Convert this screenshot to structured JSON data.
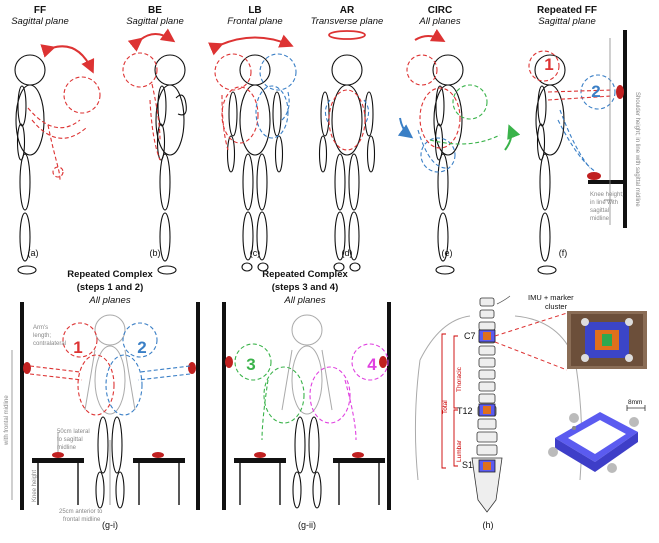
{
  "panels_top": [
    {
      "code": "FF",
      "plane": "Sagittal plane",
      "caption": "(a)"
    },
    {
      "code": "BE",
      "plane": "Sagittal plane",
      "caption": "(b)"
    },
    {
      "code": "LB",
      "plane": "Frontal plane",
      "caption": "(c)"
    },
    {
      "code": "AR",
      "plane": "Transverse plane",
      "caption": "(d)"
    },
    {
      "code": "CIRC",
      "plane": "All planes",
      "caption": "(e)"
    },
    {
      "code": "Repeated FF",
      "plane": "Sagittal plane",
      "caption": "(f)"
    }
  ],
  "panel_f": {
    "num1": "1",
    "num2": "2",
    "shoulder_note": "Shoulder height; in line with sagittal midline",
    "knee_note_1": "Knee height;",
    "knee_note_2": "in line with",
    "knee_note_3": "sagittal",
    "knee_note_4": "midline"
  },
  "panel_g1": {
    "title": "Repeated Complex",
    "steps": "(steps 1 and 2)",
    "plane": "All planes",
    "num1": "1",
    "num2": "2",
    "arm_note_1": "Arm's",
    "arm_note_2": "length;",
    "arm_note_3": "contralateral",
    "shoulder_note": "with frontal midline",
    "lateral_note_1": "50cm lateral",
    "lateral_note_2": "to sagittal",
    "lateral_note_3": "midline",
    "anterior_note_1": "25cm anterior to",
    "anterior_note_2": "frontal midline",
    "knee_note": "Knee height",
    "caption": "(g-i)"
  },
  "panel_g2": {
    "title": "Repeated Complex",
    "steps": "(steps 3 and 4)",
    "plane": "All planes",
    "num3": "3",
    "num4": "4",
    "caption": "(g-ii)"
  },
  "panel_h": {
    "imu_label_1": "IMU + marker",
    "imu_label_2": "cluster",
    "c7": "C7",
    "t12": "T12",
    "s1": "S1",
    "thoracic": "Thoracic",
    "lumbar": "Lumbar",
    "total": "Total",
    "scale": "8mm",
    "caption": "(h)"
  },
  "colors": {
    "red": "#d33333",
    "blue": "#3a7fc6",
    "green": "#3ab34a",
    "magenta": "#e040e0",
    "imu_blue": "#5b5bf0",
    "imu_orange": "#e0701c"
  }
}
